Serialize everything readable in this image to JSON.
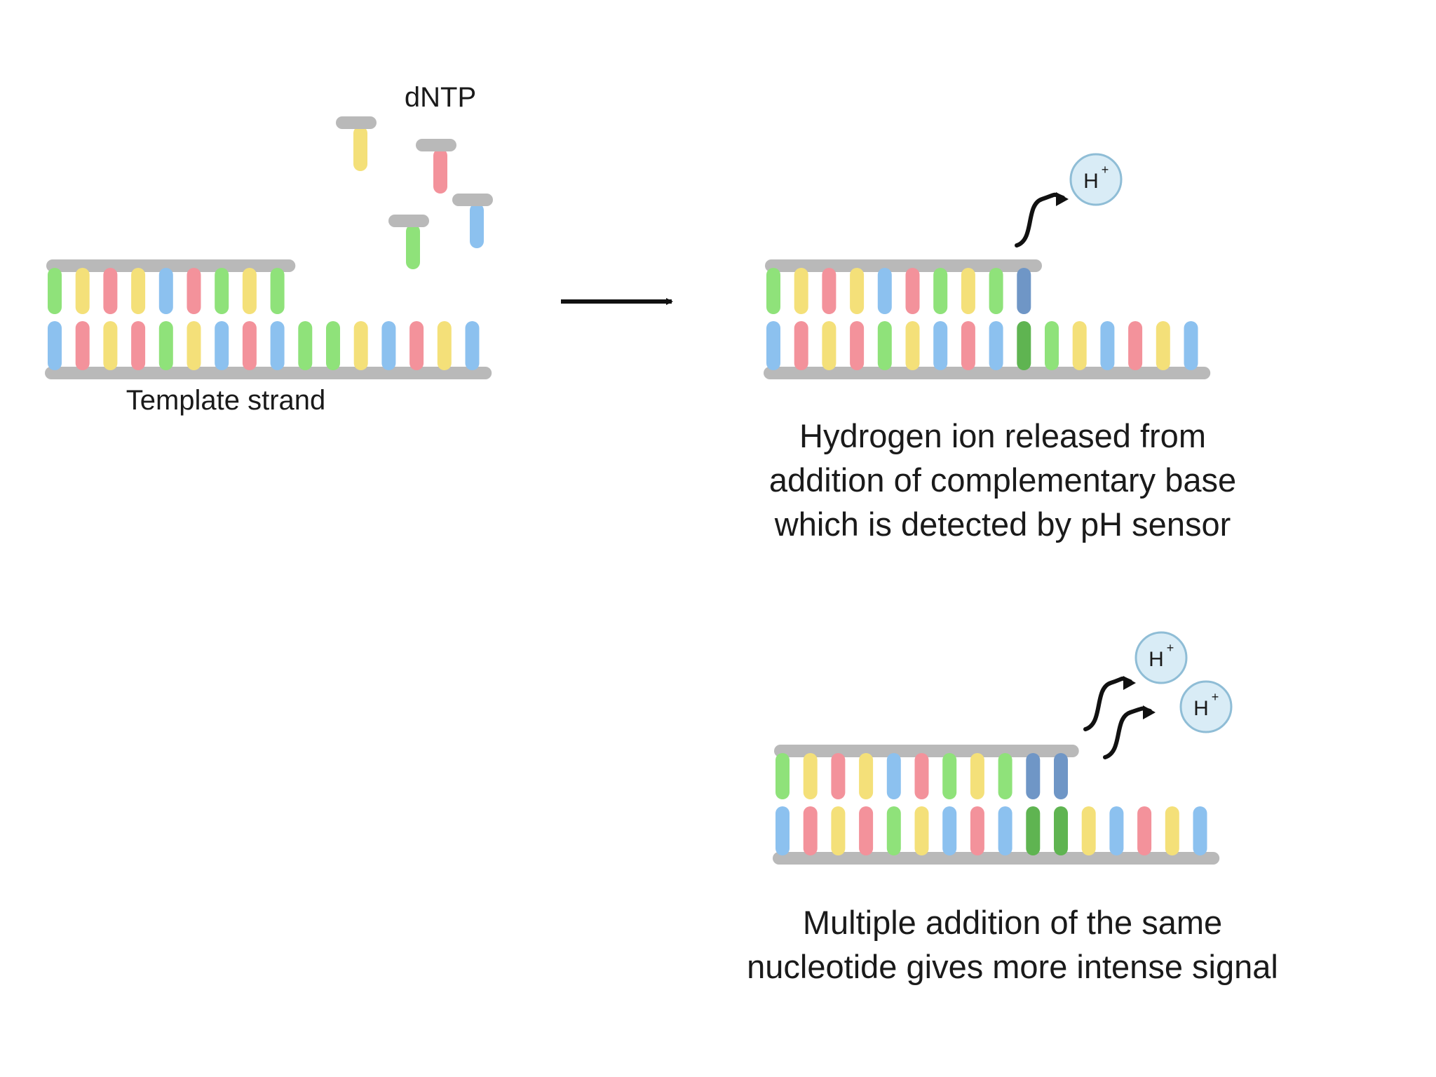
{
  "labels": {
    "dntp": "dNTP",
    "template_strand": "Template strand",
    "caption_single": [
      "Hydrogen ion released from",
      "addition of complementary base",
      "which is detected by pH sensor"
    ],
    "caption_multiple": [
      "Multiple addition of the same",
      "nucleotide gives more intense signal"
    ],
    "ion_symbol": "H",
    "ion_charge": "+"
  },
  "colors": {
    "backbone": "#b9b9b9",
    "A": "#8fe27a",
    "T": "#f4e079",
    "G": "#f3929b",
    "C": "#8cc1ef",
    "A_new": "#5fb451",
    "C_new": "#6f96c6",
    "ion_fill": "#d9ecf6",
    "ion_stroke": "#8fbdd6",
    "arrow": "#111111"
  },
  "strands": {
    "template_sequence": [
      "C",
      "G",
      "T",
      "G",
      "A",
      "T",
      "C",
      "G",
      "C",
      "A",
      "A",
      "T",
      "C",
      "G",
      "T",
      "C"
    ],
    "primer_sequence": [
      "A",
      "T",
      "G",
      "T",
      "C",
      "G",
      "A",
      "T",
      "A"
    ],
    "new_base_single": [
      "C"
    ],
    "new_bases_multiple": [
      "C",
      "C"
    ]
  },
  "dntps": [
    "T",
    "G",
    "A",
    "C"
  ]
}
